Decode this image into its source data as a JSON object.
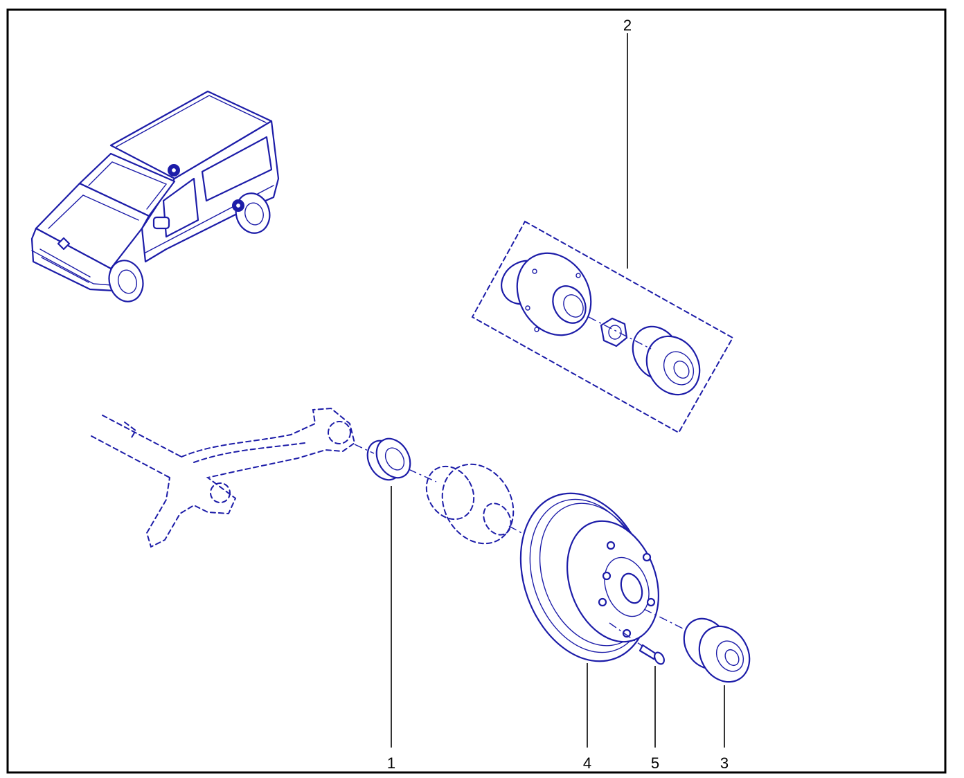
{
  "diagram": {
    "callouts": [
      {
        "id": "1",
        "label": "1"
      },
      {
        "id": "2",
        "label": "2"
      },
      {
        "id": "3",
        "label": "3"
      },
      {
        "id": "4",
        "label": "4"
      },
      {
        "id": "5",
        "label": "5"
      }
    ]
  },
  "colors": {
    "line_art": "#1c1ca8",
    "frame": "#000000",
    "background": "#ffffff"
  }
}
